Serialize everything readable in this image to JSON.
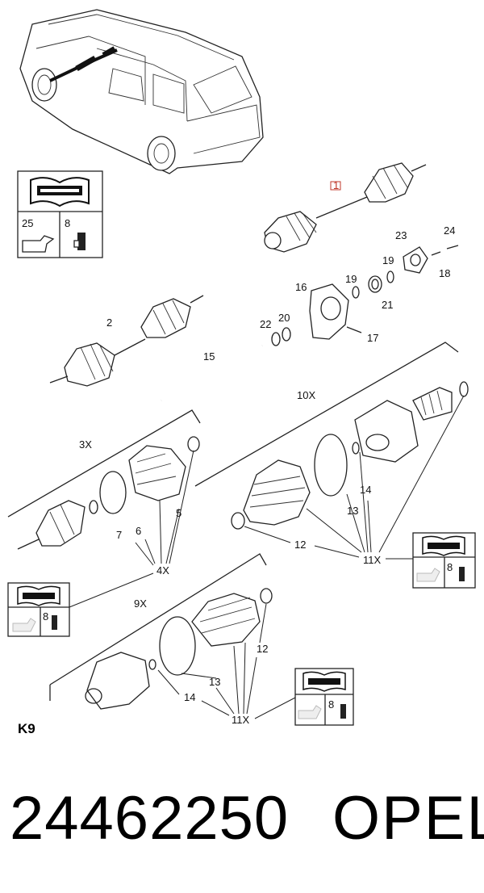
{
  "section_code": "K9",
  "part_number": "24462250",
  "brand": "OPEL",
  "highlight_color": "#c0392b",
  "info_boxes": [
    {
      "consumable_a": "25",
      "consumable_b": "8",
      "icon": "book-wrench-icon"
    },
    {
      "consumable_b": "8",
      "icon": "book-wrench-icon"
    },
    {
      "consumable_b": "8",
      "icon": "book-wrench-icon"
    },
    {
      "consumable_b": "8",
      "icon": "book-wrench-icon"
    }
  ],
  "callouts": {
    "c1": "1",
    "c2": "2",
    "c3x": "3X",
    "c4x": "4X",
    "c5": "5",
    "c6": "6",
    "c7": "7",
    "c9x": "9X",
    "c10x": "10X",
    "c11x_a": "11X",
    "c11x_b": "11X",
    "c12_a": "12",
    "c12_b": "12",
    "c13_a": "13",
    "c13_b": "13",
    "c14_a": "14",
    "c14_b": "14",
    "c15": "15",
    "c16": "16",
    "c17": "17",
    "c18": "18",
    "c19_a": "19",
    "c19_b": "19",
    "c20": "20",
    "c21": "21",
    "c22": "22",
    "c23": "23",
    "c24": "24"
  }
}
